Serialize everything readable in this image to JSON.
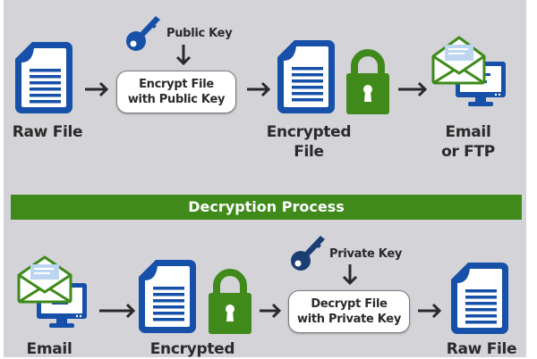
{
  "colors": {
    "panel": "#d3d3d8",
    "doc_blue": "#1650a8",
    "lock_green": "#3f8a1a",
    "arrow": "#2a2a2a"
  },
  "encryption": {
    "nodes": {
      "raw_file": "Raw File",
      "encrypted_file_line1": "Encrypted",
      "encrypted_file_line2": "File",
      "email_ftp_line1": "Email",
      "email_ftp_line2": "or FTP"
    },
    "key_label": "Public Key",
    "process_line1": "Encrypt File",
    "process_line2": "with Public Key",
    "icons": [
      "document-icon",
      "key-icon",
      "document-icon",
      "padlock-icon",
      "envelope-computer-icon"
    ]
  },
  "decryption": {
    "title": "Decryption Process",
    "nodes": {
      "email": "Email",
      "encrypted": "Encrypted",
      "raw_file": "Raw File"
    },
    "key_label": "Private Key",
    "process_line1": "Decrypt File",
    "process_line2": "with Private Key",
    "icons": [
      "envelope-computer-icon",
      "document-icon",
      "padlock-icon",
      "key-icon",
      "document-icon"
    ]
  }
}
